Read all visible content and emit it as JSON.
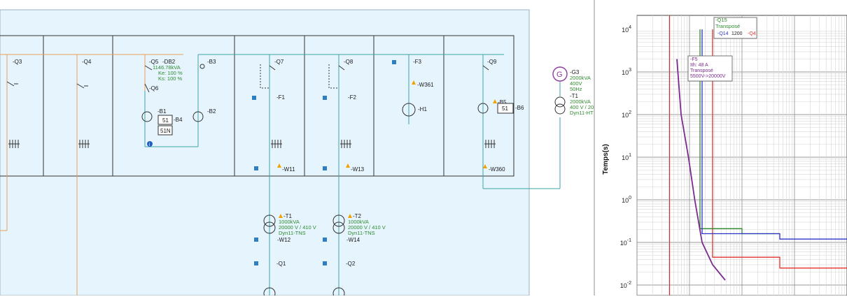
{
  "diagram": {
    "breakers": {
      "q3": "-Q3",
      "q4": "-Q4",
      "q5": "-Q5",
      "q6": "-Q6",
      "q7": "-Q7",
      "q8": "-Q8",
      "q9": "-Q9",
      "q1": "-Q1",
      "q2": "-Q2"
    },
    "db2": {
      "name": "-DB2",
      "power": "1146.78kVA",
      "ke": "Ke: 100 %",
      "ks": "Ks: 100 %"
    },
    "b3": "-B3",
    "b1": "-B1",
    "b4": "-B4",
    "b2": "-B2",
    "b5": "-B5",
    "b6": "-B6",
    "relay_51": "51",
    "relay_51n": "51N",
    "fuses": {
      "f1": "-F1",
      "f2": "-F2",
      "f3": "-F3"
    },
    "cables": {
      "w361": "-W361",
      "w11": "-W11",
      "w13": "-W13",
      "w360": "-W360",
      "w12": "-W12",
      "w14": "-W14"
    },
    "h1": "-H1",
    "g3": {
      "name": "-G3",
      "lines": [
        "2000kVA",
        "400V",
        "50Hz"
      ]
    },
    "t1_hv": {
      "name": "-T1",
      "lines": [
        "2000kVA",
        "400 V / 20",
        "Dyn11-HT"
      ]
    },
    "t1": {
      "name": "-T1",
      "lines": [
        "1000kVA",
        "20000 V / 410 V",
        "Dyn11-TNS"
      ]
    },
    "t2": {
      "name": "-T2",
      "lines": [
        "1000kVA",
        "20000 V / 410 V",
        "Dyn11-TNS"
      ]
    },
    "generator_symbol": "G",
    "info_icon_glyph": "i",
    "warning_glyph": "!"
  },
  "chart_data": {
    "type": "line",
    "title": "",
    "xlabel": "",
    "ylabel": "Temps(s)",
    "y_scale": "log",
    "ylim": [
      0.01,
      10000
    ],
    "y_ticks": [
      {
        "base": "10",
        "exp": "4"
      },
      {
        "base": "10",
        "exp": "3"
      },
      {
        "base": "10",
        "exp": "2"
      },
      {
        "base": "10",
        "exp": "1"
      },
      {
        "base": "10",
        "exp": "0"
      },
      {
        "base": "10",
        "exp": "-1"
      },
      {
        "base": "10",
        "exp": "-2"
      }
    ],
    "grid": true,
    "annotations": {
      "q15_lines": [
        "-Q15",
        "Transposé"
      ],
      "q14_label": "-Q14",
      "q4_label": "-Q4",
      "fragment_label": "1200",
      "fuse_lines": [
        "-F5",
        "Ith: 48 A",
        "Transposé",
        "5500V->20000V"
      ]
    },
    "series": [
      {
        "name": "-Q4",
        "color": "#e0312b",
        "points": [
          [
            0.36,
            10000
          ],
          [
            0.36,
            0.045
          ],
          [
            0.68,
            0.045
          ],
          [
            0.68,
            0.025
          ],
          [
            1.0,
            0.025
          ]
        ]
      },
      {
        "name": "-Q15",
        "color": "#2f8a2f",
        "points": [
          [
            0.3,
            10000
          ],
          [
            0.3,
            0.21
          ],
          [
            0.5,
            0.21
          ],
          [
            0.5,
            0.16
          ],
          [
            0.68,
            0.16
          ]
        ]
      },
      {
        "name": "-Q14",
        "color": "#2c34c4",
        "points": [
          [
            0.31,
            10000
          ],
          [
            0.31,
            0.16
          ],
          [
            0.68,
            0.16
          ],
          [
            0.68,
            0.12
          ],
          [
            1.0,
            0.12
          ]
        ]
      },
      {
        "name": "-F5",
        "color": "#7a2b8f",
        "points": [
          [
            0.19,
            2000
          ],
          [
            0.21,
            100
          ],
          [
            0.245,
            10
          ],
          [
            0.275,
            1
          ],
          [
            0.31,
            0.1
          ],
          [
            0.36,
            0.03
          ],
          [
            0.42,
            0.013
          ]
        ]
      }
    ],
    "vertical_lines": [
      {
        "x": 0.155,
        "color": "#c0392b"
      }
    ],
    "legend": "none"
  },
  "colors": {
    "panel_fill": "#e6f4fd",
    "busbar_teal": "#3aa5a8",
    "busbar_orange": "#e8a156",
    "generator_purple": "#8b3aa0",
    "text_green": "#2e8b2e",
    "warning_orange": "#f2a200",
    "info_blue": "#1f5fbf"
  }
}
